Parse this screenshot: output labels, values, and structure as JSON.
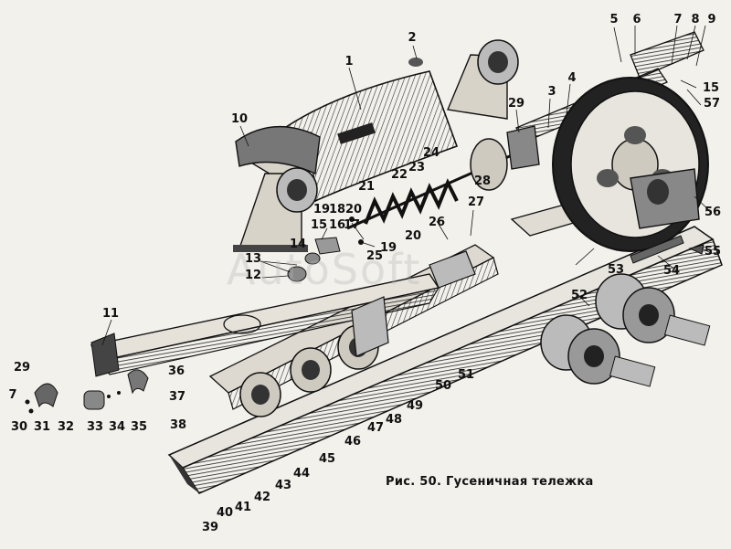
{
  "caption": "Рис. 50. Гусеничная тележка",
  "watermark": "AutoSoft",
  "colors": {
    "ink": "#1a1a1a",
    "paper": "#f3f1ec",
    "shade": "#555555"
  },
  "callouts": [
    {
      "id": "1",
      "label": "1"
    },
    {
      "id": "2",
      "label": "2"
    },
    {
      "id": "3",
      "label": "3"
    },
    {
      "id": "4",
      "label": "4"
    },
    {
      "id": "5",
      "label": "5"
    },
    {
      "id": "6",
      "label": "6"
    },
    {
      "id": "7",
      "label": "7"
    },
    {
      "id": "8",
      "label": "8"
    },
    {
      "id": "9",
      "label": "9"
    },
    {
      "id": "10",
      "label": "10"
    },
    {
      "id": "11",
      "label": "11"
    },
    {
      "id": "12",
      "label": "12"
    },
    {
      "id": "13",
      "label": "13"
    },
    {
      "id": "14",
      "label": "14"
    },
    {
      "id": "15",
      "label": "15"
    },
    {
      "id": "15b",
      "label": "15"
    },
    {
      "id": "16",
      "label": "16"
    },
    {
      "id": "17",
      "label": "17"
    },
    {
      "id": "18",
      "label": "18"
    },
    {
      "id": "19",
      "label": "19"
    },
    {
      "id": "19b",
      "label": "19"
    },
    {
      "id": "20",
      "label": "20"
    },
    {
      "id": "20b",
      "label": "20"
    },
    {
      "id": "21",
      "label": "21"
    },
    {
      "id": "22",
      "label": "22"
    },
    {
      "id": "23",
      "label": "23"
    },
    {
      "id": "24",
      "label": "24"
    },
    {
      "id": "25",
      "label": "25"
    },
    {
      "id": "26",
      "label": "26"
    },
    {
      "id": "27",
      "label": "27"
    },
    {
      "id": "28",
      "label": "28"
    },
    {
      "id": "29",
      "label": "29"
    },
    {
      "id": "29b",
      "label": "29"
    },
    {
      "id": "7b",
      "label": "7"
    },
    {
      "id": "30",
      "label": "30"
    },
    {
      "id": "31",
      "label": "31"
    },
    {
      "id": "32",
      "label": "32"
    },
    {
      "id": "33",
      "label": "33"
    },
    {
      "id": "34",
      "label": "34"
    },
    {
      "id": "35",
      "label": "35"
    },
    {
      "id": "36",
      "label": "36"
    },
    {
      "id": "37",
      "label": "37"
    },
    {
      "id": "38",
      "label": "38"
    },
    {
      "id": "39",
      "label": "39"
    },
    {
      "id": "40",
      "label": "40"
    },
    {
      "id": "41",
      "label": "41"
    },
    {
      "id": "42",
      "label": "42"
    },
    {
      "id": "43",
      "label": "43"
    },
    {
      "id": "44",
      "label": "44"
    },
    {
      "id": "45",
      "label": "45"
    },
    {
      "id": "46",
      "label": "46"
    },
    {
      "id": "47",
      "label": "47"
    },
    {
      "id": "48",
      "label": "48"
    },
    {
      "id": "49",
      "label": "49"
    },
    {
      "id": "50",
      "label": "50"
    },
    {
      "id": "51",
      "label": "51"
    },
    {
      "id": "52",
      "label": "52"
    },
    {
      "id": "53",
      "label": "53"
    },
    {
      "id": "54",
      "label": "54"
    },
    {
      "id": "55",
      "label": "55"
    },
    {
      "id": "56",
      "label": "56"
    },
    {
      "id": "57",
      "label": "57"
    }
  ]
}
